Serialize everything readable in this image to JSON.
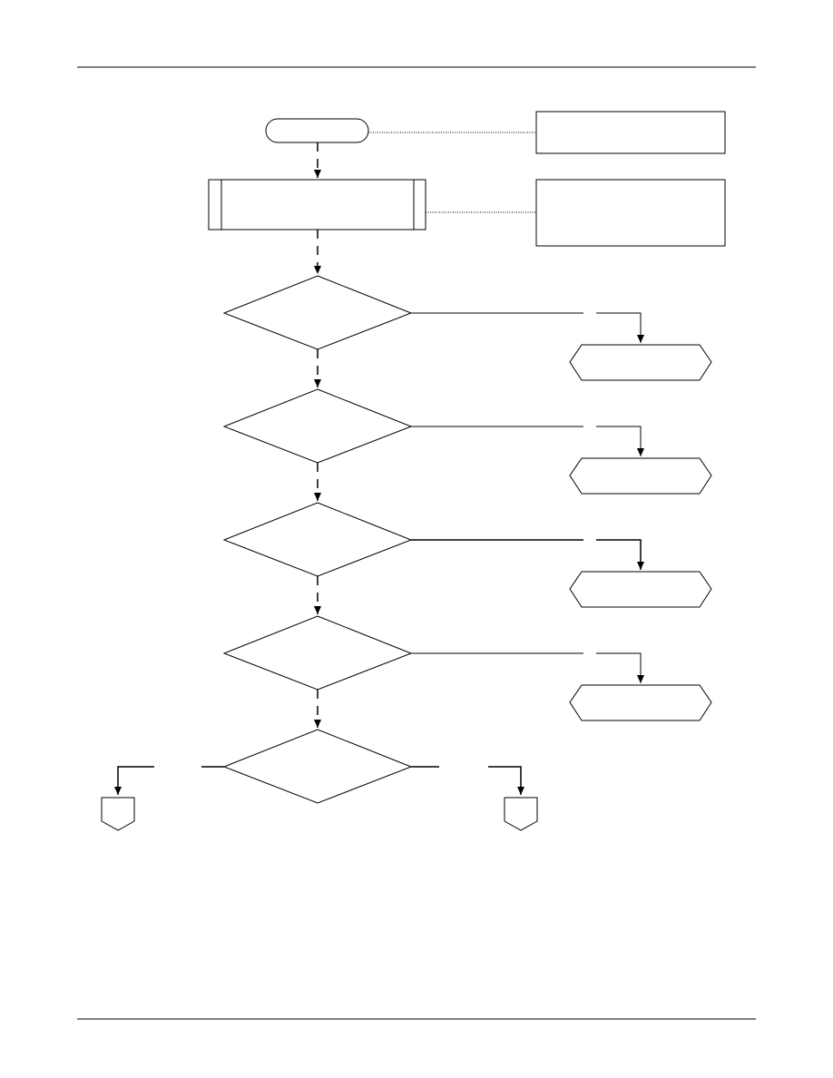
{
  "diagram": {
    "type": "flowchart",
    "line_color": "#000000",
    "connector_color": "#000000",
    "nodes": [
      {
        "id": "start",
        "shape": "terminator",
        "text": ""
      },
      {
        "id": "note-start",
        "shape": "annotation-box",
        "text": ""
      },
      {
        "id": "process-1",
        "shape": "predefined-process",
        "text": ""
      },
      {
        "id": "note-process",
        "shape": "annotation-box",
        "text": ""
      },
      {
        "id": "decision-1",
        "shape": "decision",
        "text": ""
      },
      {
        "id": "decision-2",
        "shape": "decision",
        "text": ""
      },
      {
        "id": "decision-3",
        "shape": "decision",
        "text": ""
      },
      {
        "id": "decision-4",
        "shape": "decision",
        "text": ""
      },
      {
        "id": "decision-5",
        "shape": "decision",
        "text": ""
      },
      {
        "id": "result-1",
        "shape": "hexagon",
        "text": ""
      },
      {
        "id": "result-2",
        "shape": "hexagon",
        "text": ""
      },
      {
        "id": "result-3",
        "shape": "hexagon",
        "text": ""
      },
      {
        "id": "result-4",
        "shape": "hexagon",
        "text": ""
      },
      {
        "id": "offpage-left",
        "shape": "off-page-connector",
        "text": ""
      },
      {
        "id": "offpage-right",
        "shape": "off-page-connector",
        "text": ""
      }
    ],
    "edges": [
      {
        "from": "start",
        "to": "process-1",
        "style": "arrow"
      },
      {
        "from": "process-1",
        "to": "decision-1",
        "style": "arrow"
      },
      {
        "from": "decision-1",
        "to": "decision-2",
        "style": "arrow"
      },
      {
        "from": "decision-2",
        "to": "decision-3",
        "style": "arrow"
      },
      {
        "from": "decision-3",
        "to": "decision-4",
        "style": "arrow"
      },
      {
        "from": "decision-4",
        "to": "decision-5",
        "style": "arrow"
      },
      {
        "from": "decision-1",
        "to": "result-1",
        "style": "arrow"
      },
      {
        "from": "decision-2",
        "to": "result-2",
        "style": "arrow"
      },
      {
        "from": "decision-3",
        "to": "result-3",
        "style": "arrow"
      },
      {
        "from": "decision-4",
        "to": "result-4",
        "style": "arrow"
      },
      {
        "from": "decision-5",
        "to": "offpage-left",
        "style": "arrow"
      },
      {
        "from": "decision-5",
        "to": "offpage-right",
        "style": "arrow"
      },
      {
        "from": "start",
        "to": "note-start",
        "style": "dotted"
      },
      {
        "from": "process-1",
        "to": "note-process",
        "style": "dotted"
      }
    ]
  }
}
